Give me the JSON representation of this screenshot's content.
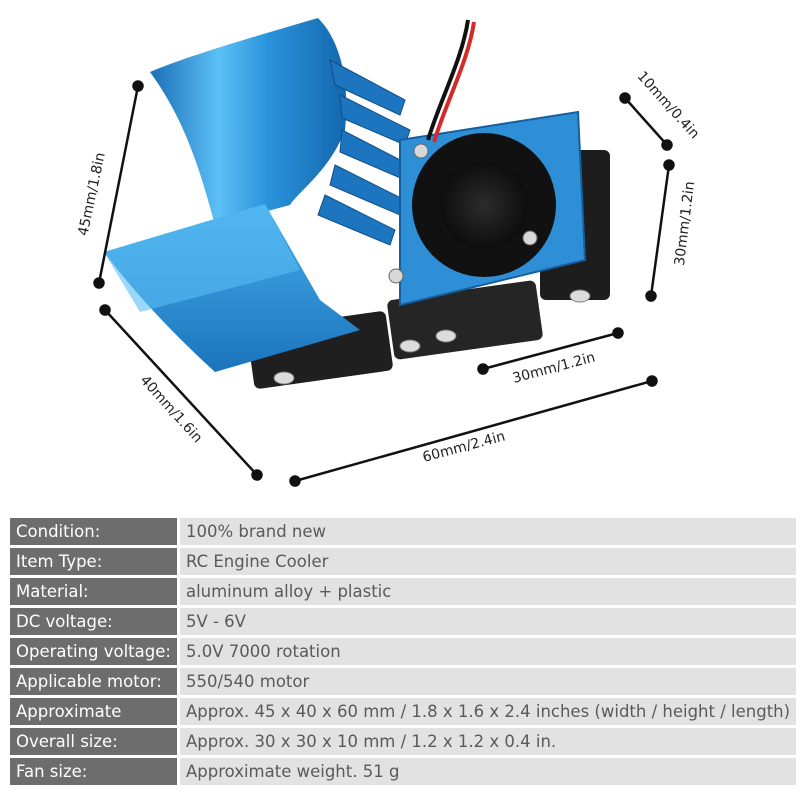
{
  "dimensions": {
    "height": "45mm/1.8in",
    "depth": "40mm/1.6in",
    "length": "60mm/2.4in",
    "fan_width": "30mm/1.2in",
    "fan_height": "30mm/1.2in",
    "fan_thickness": "10mm/0.4in"
  },
  "colors": {
    "heatsink": "#2a93dc",
    "fan_frame": "#1e1e1e",
    "header_cell": "#6d6d6d",
    "value_cell": "#e2e2e2"
  },
  "specs": [
    {
      "label": "Condition:",
      "value": "100% brand new"
    },
    {
      "label": "Item Type:",
      "value": "RC Engine Cooler"
    },
    {
      "label": "Material:",
      "value": "aluminum alloy + plastic"
    },
    {
      "label": "DC voltage:",
      "value": "5V - 6V"
    },
    {
      "label": "Operating voltage:",
      "value": "5.0V 7000 rotation"
    },
    {
      "label": "Applicable motor:",
      "value": "550/540 motor"
    },
    {
      "label": "Approximate",
      "value": "Approx. 45 x 40 x 60 mm / 1.8 x 1.6 x 2.4 inches (width / height / length)"
    },
    {
      "label": "Overall size:",
      "value": "Approx. 30 x 30 x 10 mm / 1.2 x 1.2 x 0.4 in."
    },
    {
      "label": "Fan size:",
      "value": "Approximate weight. 51 g"
    }
  ]
}
